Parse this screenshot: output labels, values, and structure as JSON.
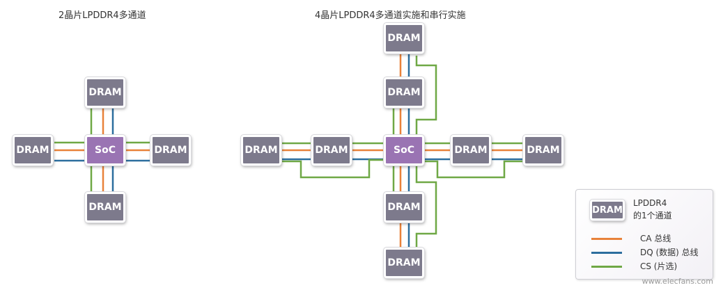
{
  "titles": {
    "left": "2晶片LPDDR4多通道",
    "right": "4晶片LPDDR4多通道实施和串行实施"
  },
  "chips": {
    "dram": "DRAM",
    "soc": "SoC"
  },
  "legend": {
    "chip_label": "DRAM",
    "channel_line1": "LPDDR4",
    "channel_line2": "的1个通道",
    "ca": "CA 总线",
    "dq": "DQ (数据) 总线",
    "cs": "CS (片选)"
  },
  "colors": {
    "ca": "#e8823a",
    "dq": "#2c6e9e",
    "cs": "#6fa845",
    "dram": "#7d7a8c",
    "soc": "#9a74b3"
  },
  "watermark": "www.elecfans.com"
}
